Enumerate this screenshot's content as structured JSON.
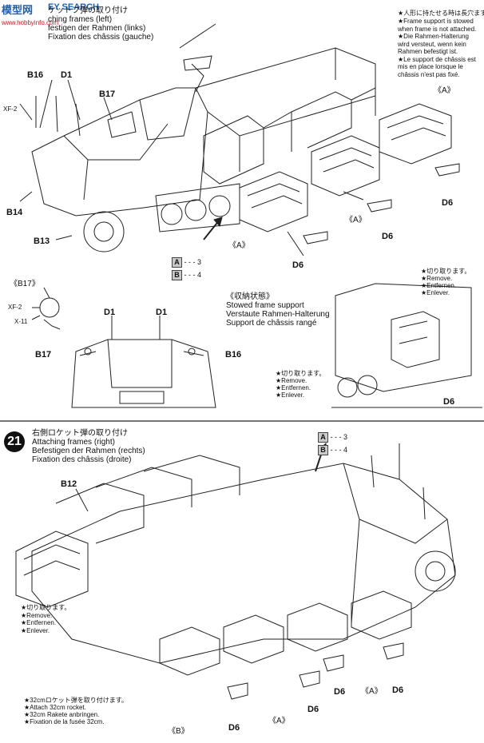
{
  "watermark": {
    "logo_text": "模型网",
    "url_text": "www.hobbyinfo.com",
    "search_text": "EY SEARCH"
  },
  "step20": {
    "title_jp": "ケットプ弾の取り付け",
    "title_en": "ching frames (left)",
    "title_de": "festigen der Rahmen (links)",
    "title_fr": "Fixation des châssis (gauche)",
    "note_jp": "★人形に持たせる時は長穴ます。",
    "note_en": "★Frame support is stowed when frame is not attached.",
    "note_de": "★Die Rahmen-Halterung wird versteut, wenn kein Rahmen befestigt ist.",
    "note_fr": "★Le support de châssis est mis en place lorsque le châssis n'est pas fixé.",
    "parts": {
      "b16": "B16",
      "d1": "D1",
      "b17": "B17",
      "xf2": "XF-2",
      "b14": "B14",
      "b13": "B13",
      "a": "《A》",
      "d6": "D6"
    },
    "key_a": "A",
    "key_a_val": "3",
    "key_b": "B",
    "key_b_val": "4",
    "detail_b17": "《B17》",
    "detail_xf2": "XF-2",
    "detail_x11": "X-11",
    "detail_d1a": "D1",
    "detail_d1b": "D1",
    "detail_b17b": "B17",
    "detail_b16b": "B16",
    "stowed_jp": "《収納状態》",
    "stowed_en": "Stowed frame support",
    "stowed_de": "Verstaute Rahmen-Halterung",
    "stowed_fr": "Support de châssis rangé",
    "cut_jp": "★切り取ります。",
    "cut_en": "★Remove.",
    "cut_de": "★Entfernen.",
    "cut_fr": "★Enlever."
  },
  "step21": {
    "number": "21",
    "title_jp": "右側ロケット弾の取り付け",
    "title_en": "Attaching frames (right)",
    "title_de": "Befestigen der Rahmen (rechts)",
    "title_fr": "Fixation des châssis (droite)",
    "key_a": "A",
    "key_a_val": "3",
    "key_b": "B",
    "key_b_val": "4",
    "b12": "B12",
    "cut_jp": "★切り取ります。",
    "cut_en": "★Remove.",
    "cut_de": "★Entfernen.",
    "cut_fr": "★Enlever.",
    "rocket_jp": "★32cmロケット弾を取り付けます。",
    "rocket_en": "★Attach 32cm rocket.",
    "rocket_de": "★32cm Rakete anbringen.",
    "rocket_fr": "★Fixation de la fusée 32cm.",
    "a1": "《A》",
    "a2": "《A》",
    "b": "《B》",
    "d6a": "D6",
    "d6b": "D6",
    "d6c": "D6",
    "d6d": "D6"
  }
}
